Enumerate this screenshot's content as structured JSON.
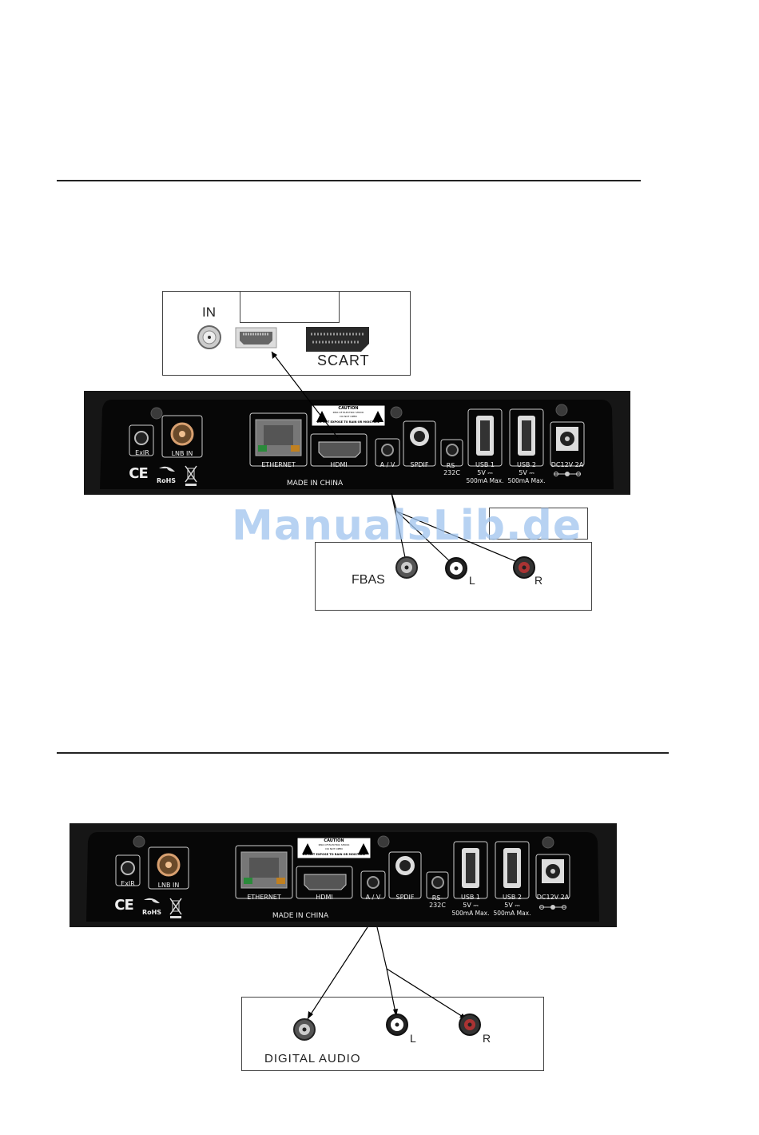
{
  "upper_box": {
    "in_label": "IN",
    "scart_label": "SCART"
  },
  "device_panel": {
    "exir": "ExIR",
    "lnb_in": "LNB IN",
    "ce": "CE",
    "rohs": "RoHS",
    "ethernet": "ETHERNET",
    "hdmi": "HDMI",
    "av": "A / V",
    "spdif": "SPDIF",
    "rs232c_line1": "RS-",
    "rs232c_line2": "232C",
    "usb1": "USB 1",
    "usb2": "USB 2",
    "usb_power": "5V ⎓",
    "usb_max": "500mA Max.",
    "dc": "DC12V 2A",
    "made_in": "MADE IN CHINA",
    "caution_title": "CAUTION",
    "caution_line1": "RISK OF ELECTRIC SHOCK",
    "caution_line2": "DO NOT OPEN",
    "caution_line3": "DO NOT EXPOSE TO RAIN OR MOISTURE"
  },
  "lower_box_1": {
    "fbas": "FBAS",
    "left": "L",
    "right": "R"
  },
  "lower_box_2": {
    "digital_audio": "DIGITAL AUDIO",
    "left": "L",
    "right": "R"
  },
  "watermark": "ManualsLib.de"
}
